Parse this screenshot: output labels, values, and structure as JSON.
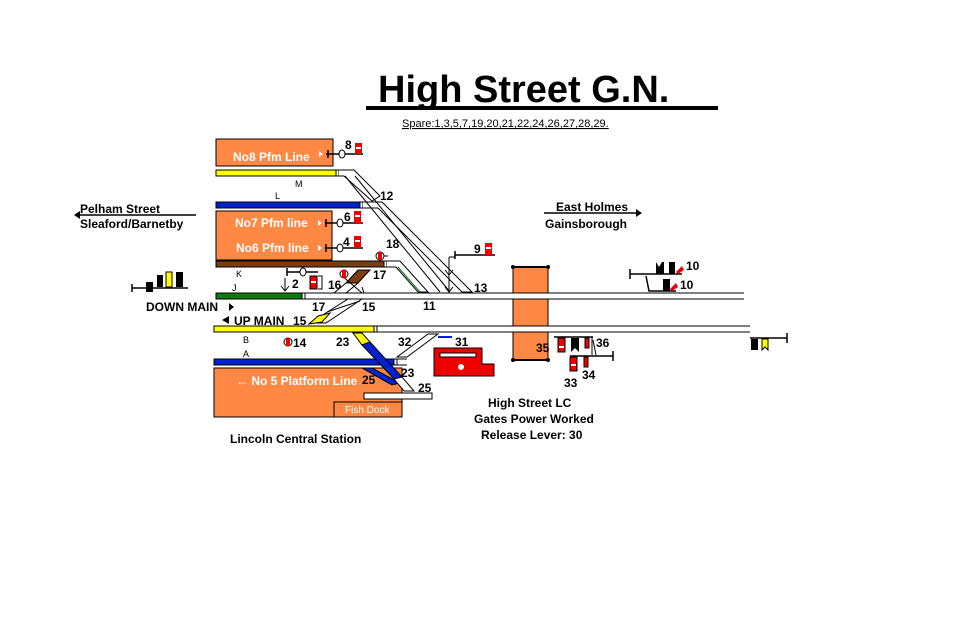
{
  "title": "High Street G.N.",
  "spare_levers": "Spare:1,3,5,7,19,20,21,22,24,26,27,28,29.",
  "destinations": {
    "west_top": "Pelham Street",
    "west_bottom": "Sleaford/Barnetby",
    "east_top": "East Holmes",
    "east_bottom": "Gainsborough"
  },
  "platforms": {
    "no8": "No8 Pfm Line",
    "no7": "No7 Pfm line",
    "no6": "No6 Pfm line",
    "no5": "← No 5 Platform Line",
    "fish_dock": "Fish Dock"
  },
  "lines": {
    "down_main": "DOWN MAIN",
    "up_main": "UP MAIN",
    "track_m": "M",
    "track_l": "L",
    "track_k": "K",
    "track_j": "J",
    "track_b": "B",
    "track_a": "A"
  },
  "station_label": "Lincoln Central Station",
  "level_crossing": {
    "line1": "High Street LC",
    "line2": "Gates Power Worked",
    "line3": "Release Lever: 30"
  },
  "levers": {
    "l2": "2",
    "l4": "4",
    "l6": "6",
    "l8": "8",
    "l9": "9",
    "l10a": "10",
    "l10b": "10",
    "l11": "11",
    "l12": "12",
    "l13": "13",
    "l14": "14",
    "l15a": "15",
    "l15b": "15",
    "l16": "16",
    "l17a": "17",
    "l17b": "17",
    "l18": "18",
    "l23a": "23",
    "l23b": "23",
    "l25a": "25",
    "l25b": "25",
    "l31": "31",
    "l32": "32",
    "l33": "33",
    "l34": "34",
    "l35": "35",
    "l36": "36"
  },
  "colors": {
    "platform": "#ff8844",
    "yellow_track": "#ffff00",
    "blue_track": "#0022cc",
    "brown_track": "#7a3d10",
    "green_track": "#117711",
    "signal_red": "#ee0000",
    "signal_yellow": "#ffff00"
  }
}
